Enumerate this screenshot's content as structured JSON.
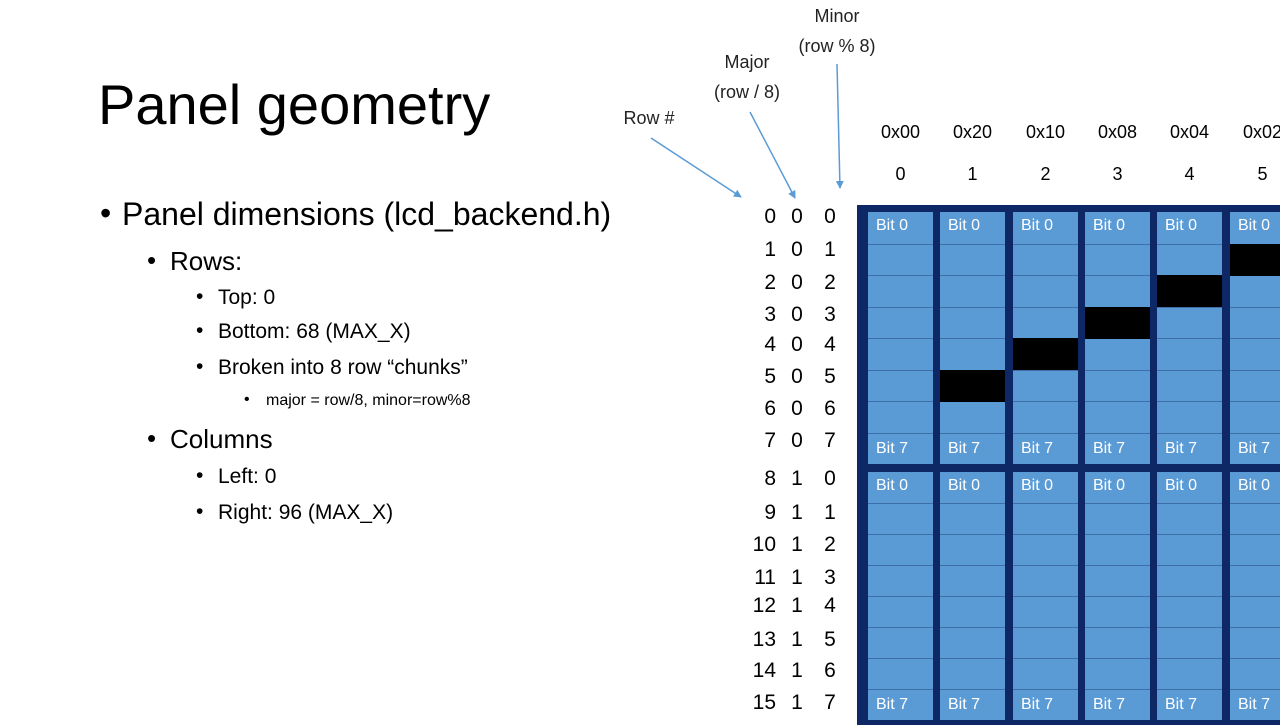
{
  "title": "Panel geometry",
  "bullets": {
    "dims": "Panel dimensions (lcd_backend.h)",
    "rows": "Rows:",
    "top": "Top: 0",
    "bottom": "Bottom: 68 (MAX_X)",
    "chunks": "Broken into 8 row “chunks”",
    "formula": "major = row/8, minor=row%8",
    "columns": "Columns",
    "left": "Left: 0",
    "right": "Right: 96 (MAX_X)"
  },
  "labels": {
    "minor_1": "Minor",
    "minor_2": "(row % 8)",
    "major_1": "Major",
    "major_2": "(row / 8)",
    "row": "Row #"
  },
  "column_hex": [
    "0x00",
    "0x20",
    "0x10",
    "0x08",
    "0x04",
    "0x02"
  ],
  "column_index": [
    "0",
    "1",
    "2",
    "3",
    "4",
    "5"
  ],
  "rows": [
    {
      "num": "0",
      "major": "0",
      "minor": "0"
    },
    {
      "num": "1",
      "major": "0",
      "minor": "1"
    },
    {
      "num": "2",
      "major": "0",
      "minor": "2"
    },
    {
      "num": "3",
      "major": "0",
      "minor": "3"
    },
    {
      "num": "4",
      "major": "0",
      "minor": "4"
    },
    {
      "num": "5",
      "major": "0",
      "minor": "5"
    },
    {
      "num": "6",
      "major": "0",
      "minor": "6"
    },
    {
      "num": "7",
      "major": "0",
      "minor": "7"
    },
    {
      "num": "8",
      "major": "1",
      "minor": "0"
    },
    {
      "num": "9",
      "major": "1",
      "minor": "1"
    },
    {
      "num": "10",
      "major": "1",
      "minor": "2"
    },
    {
      "num": "11",
      "major": "1",
      "minor": "3"
    },
    {
      "num": "12",
      "major": "1",
      "minor": "4"
    },
    {
      "num": "13",
      "major": "1",
      "minor": "5"
    },
    {
      "num": "14",
      "major": "1",
      "minor": "6"
    },
    {
      "num": "15",
      "major": "1",
      "minor": "7"
    }
  ],
  "panel": {
    "bit_top": "Bit 0",
    "bit_bottom": "Bit 7",
    "lit_rows_by_column": [
      null,
      5,
      4,
      3,
      2,
      1
    ],
    "colors": {
      "background": "#0d2864",
      "cell": "#5b9bd5",
      "lit": "#000000",
      "arrow": "#5b9bd5"
    }
  }
}
